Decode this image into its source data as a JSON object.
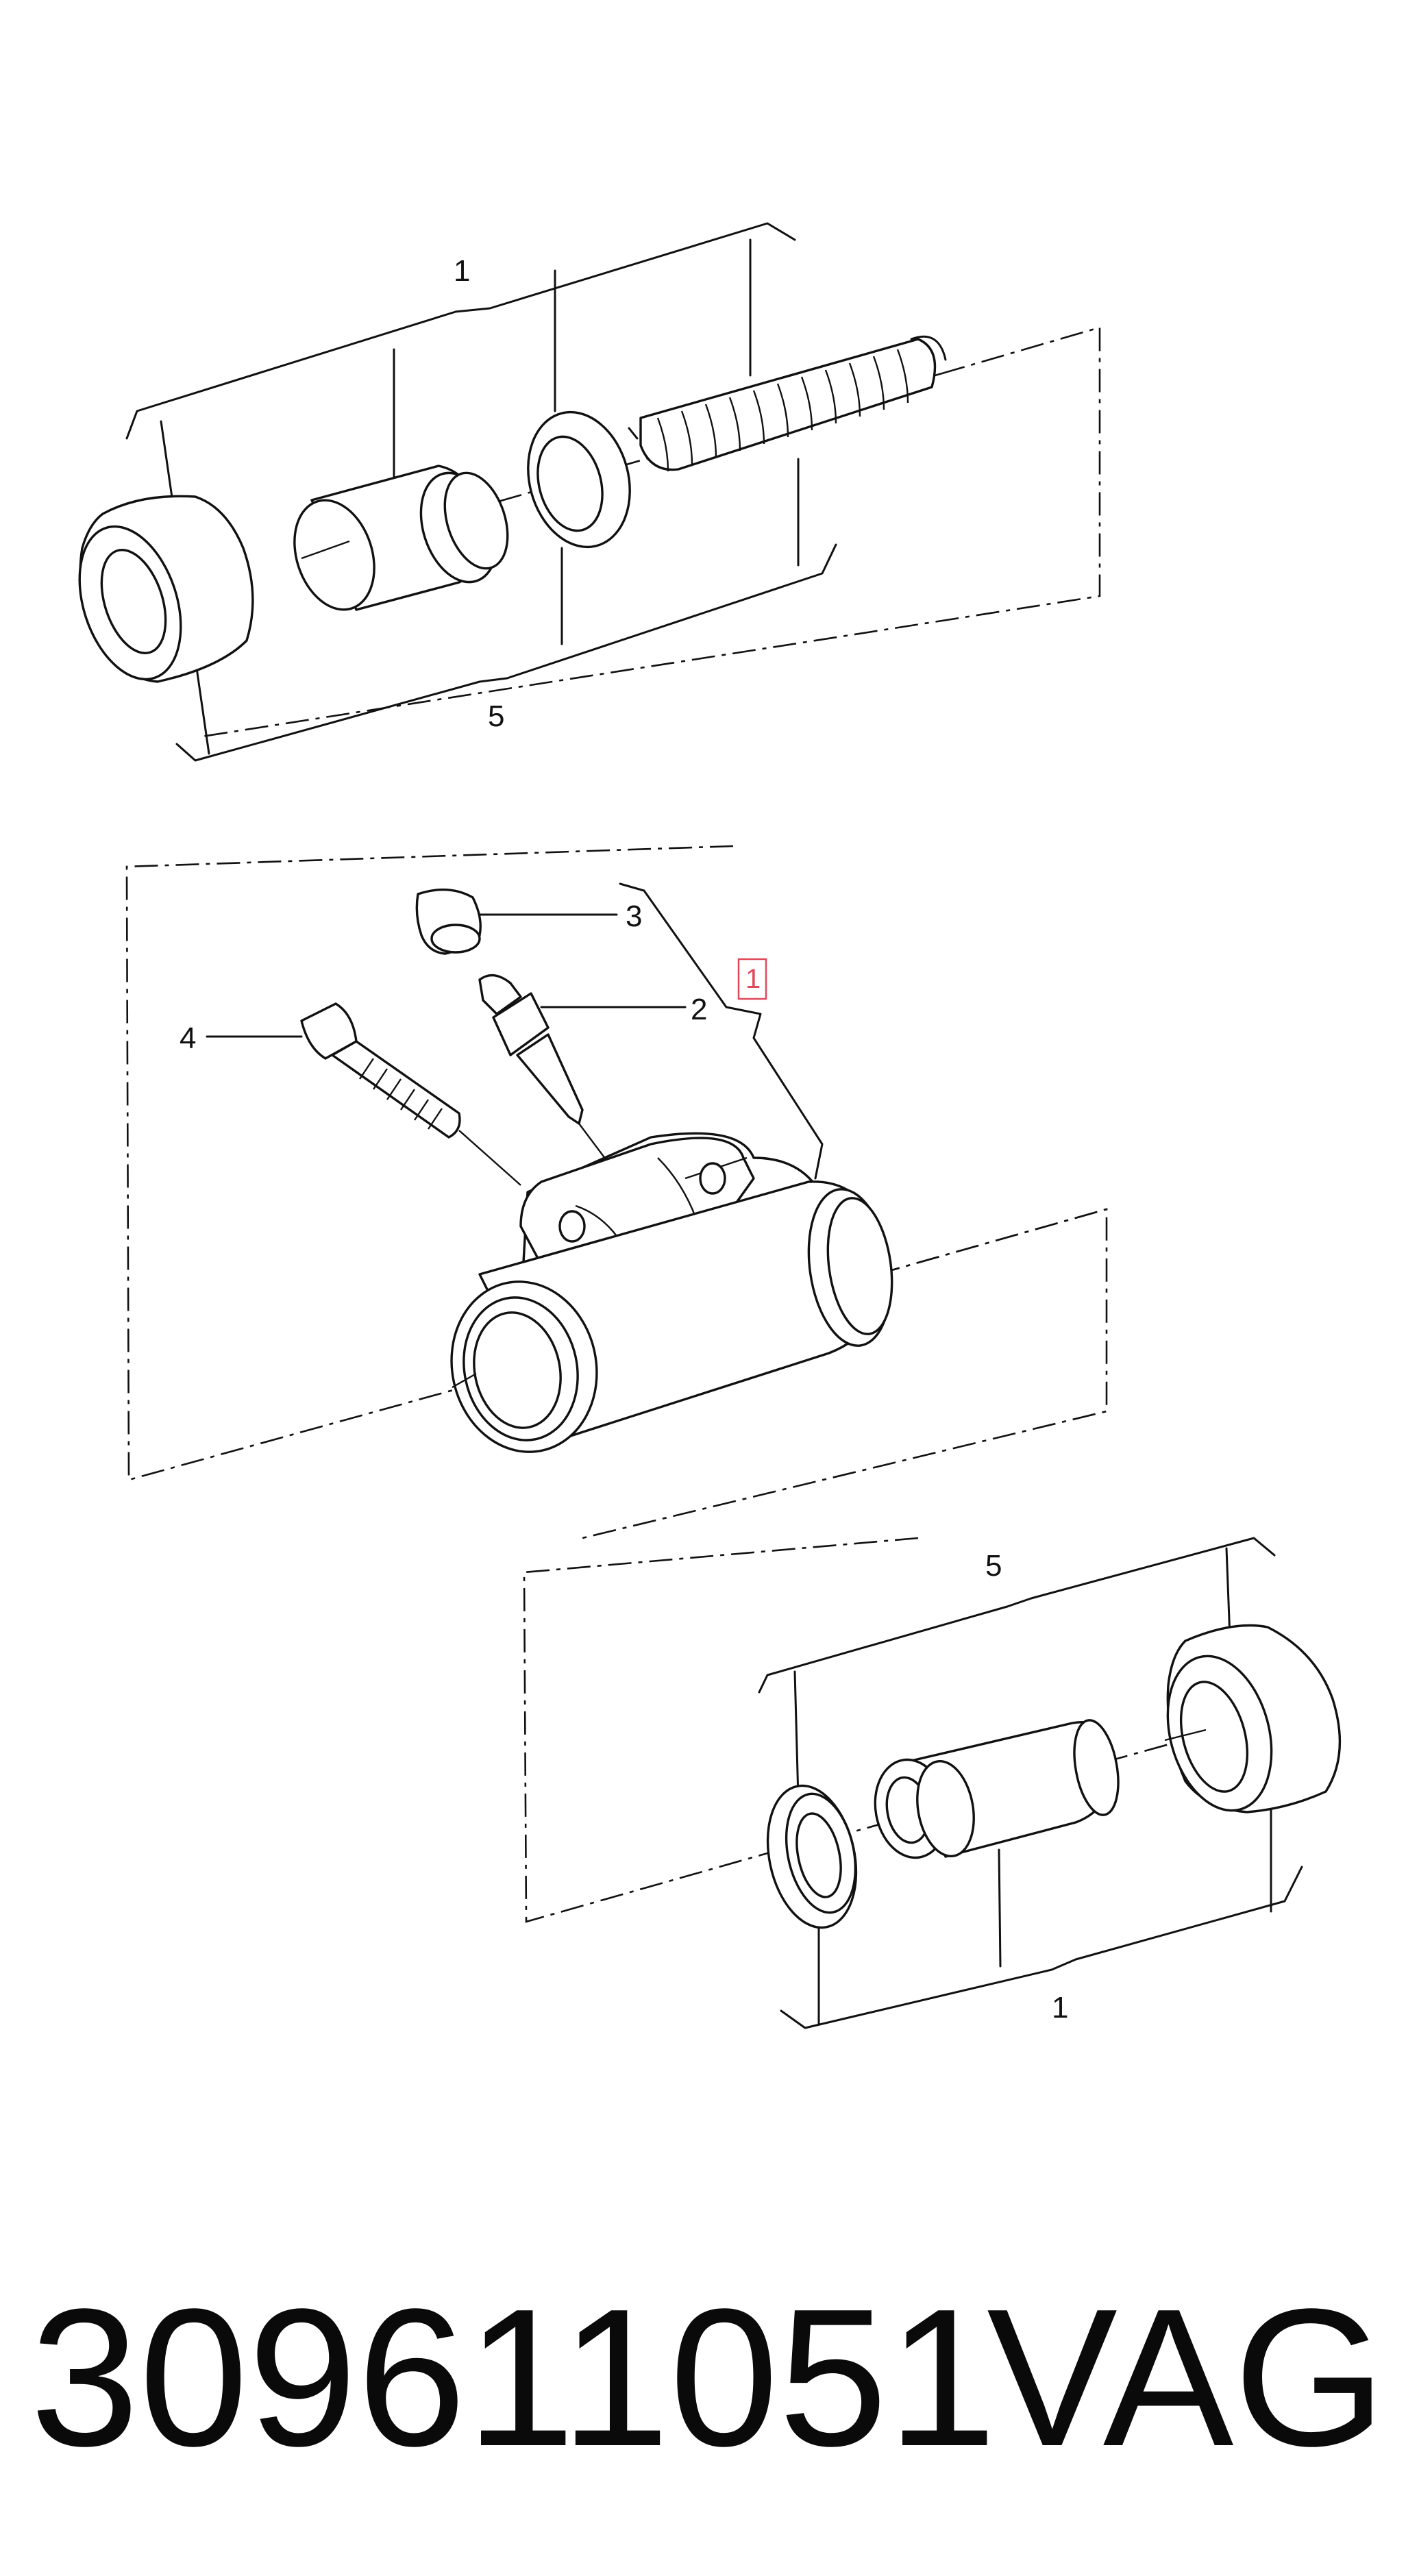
{
  "diagram": {
    "callouts": {
      "top_group_top": "1",
      "top_group_bottom": "5",
      "bleed_cap": "3",
      "bleed_valve": "2",
      "bolt": "4",
      "highlight": "1",
      "bottom_group_top": "5",
      "bottom_group_bottom": "1"
    },
    "highlight_color": "#e0495c"
  },
  "footer": {
    "part_number": "309611051",
    "brand": "VAG"
  }
}
